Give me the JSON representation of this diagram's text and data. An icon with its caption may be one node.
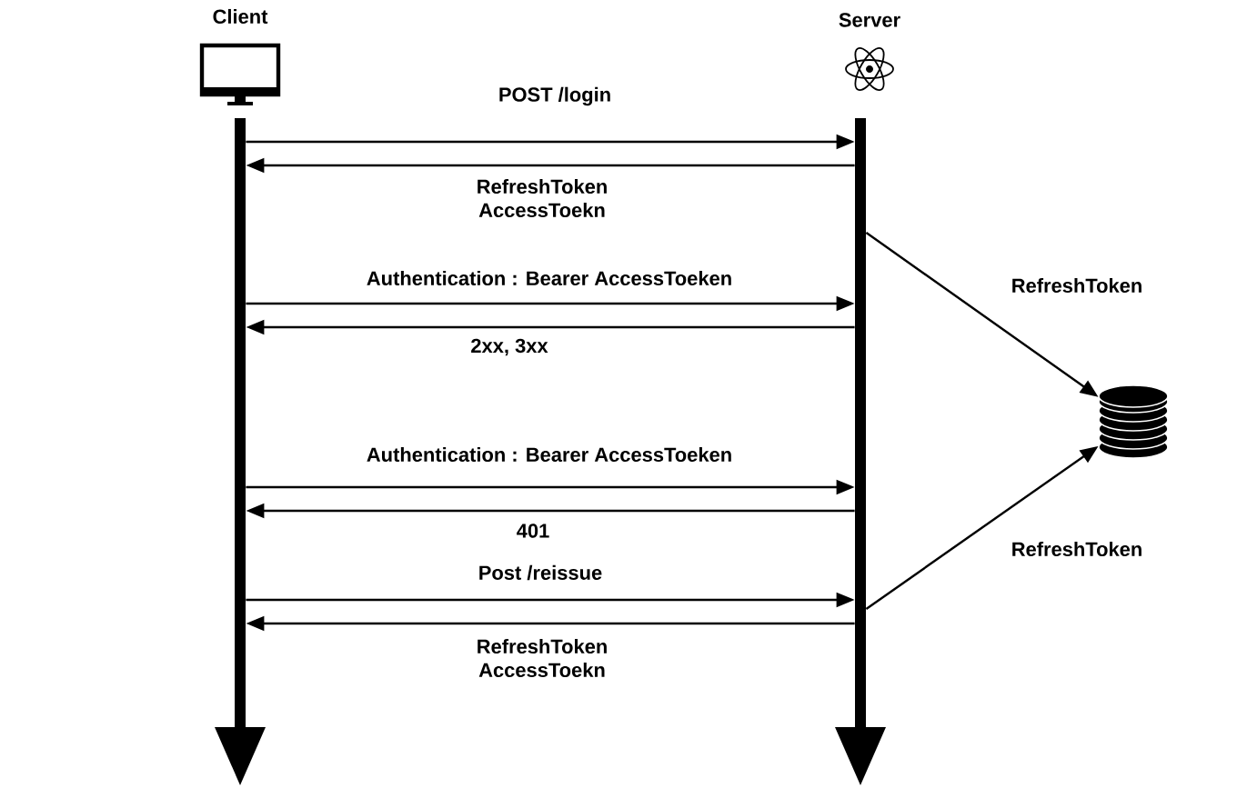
{
  "diagram": {
    "nodes": [
      {
        "text": [
          "Client"
        ]
      },
      {
        "text": [
          "Server"
        ]
      },
      {
        "text": [],
        "shape": "bar"
      },
      {
        "text": [],
        "shape": "bar"
      },
      {
        "text": [],
        "shape": "cylinder"
      }
    ],
    "edges": [
      {
        "from": 2,
        "to": 3,
        "arrow": "to",
        "label": "POST /login"
      },
      {
        "from": 3,
        "to": 2,
        "arrow": "to",
        "label": "RefreshToken AccessToekn"
      },
      {
        "from": 2,
        "to": 3,
        "arrow": "to",
        "label": "Authentication : Bearer AccessToeken"
      },
      {
        "from": 3,
        "to": 2,
        "arrow": "to",
        "label": "2xx, 3xx"
      },
      {
        "from": 2,
        "to": 3,
        "arrow": "to",
        "label": "Authentication : Bearer AccessToeken"
      },
      {
        "from": 3,
        "to": 2,
        "arrow": "to",
        "label": "401"
      },
      {
        "from": 2,
        "to": 3,
        "arrow": "to",
        "label": "Post /reissue"
      },
      {
        "from": 3,
        "to": 2,
        "arrow": "to",
        "label": "RefreshToken AccessToekn"
      },
      {
        "from": 3,
        "to": 4,
        "arrow": "to",
        "label": "RefreshToken"
      },
      {
        "from": 3,
        "to": 4,
        "arrow": "to",
        "label": "RefreshToken"
      }
    ]
  }
}
